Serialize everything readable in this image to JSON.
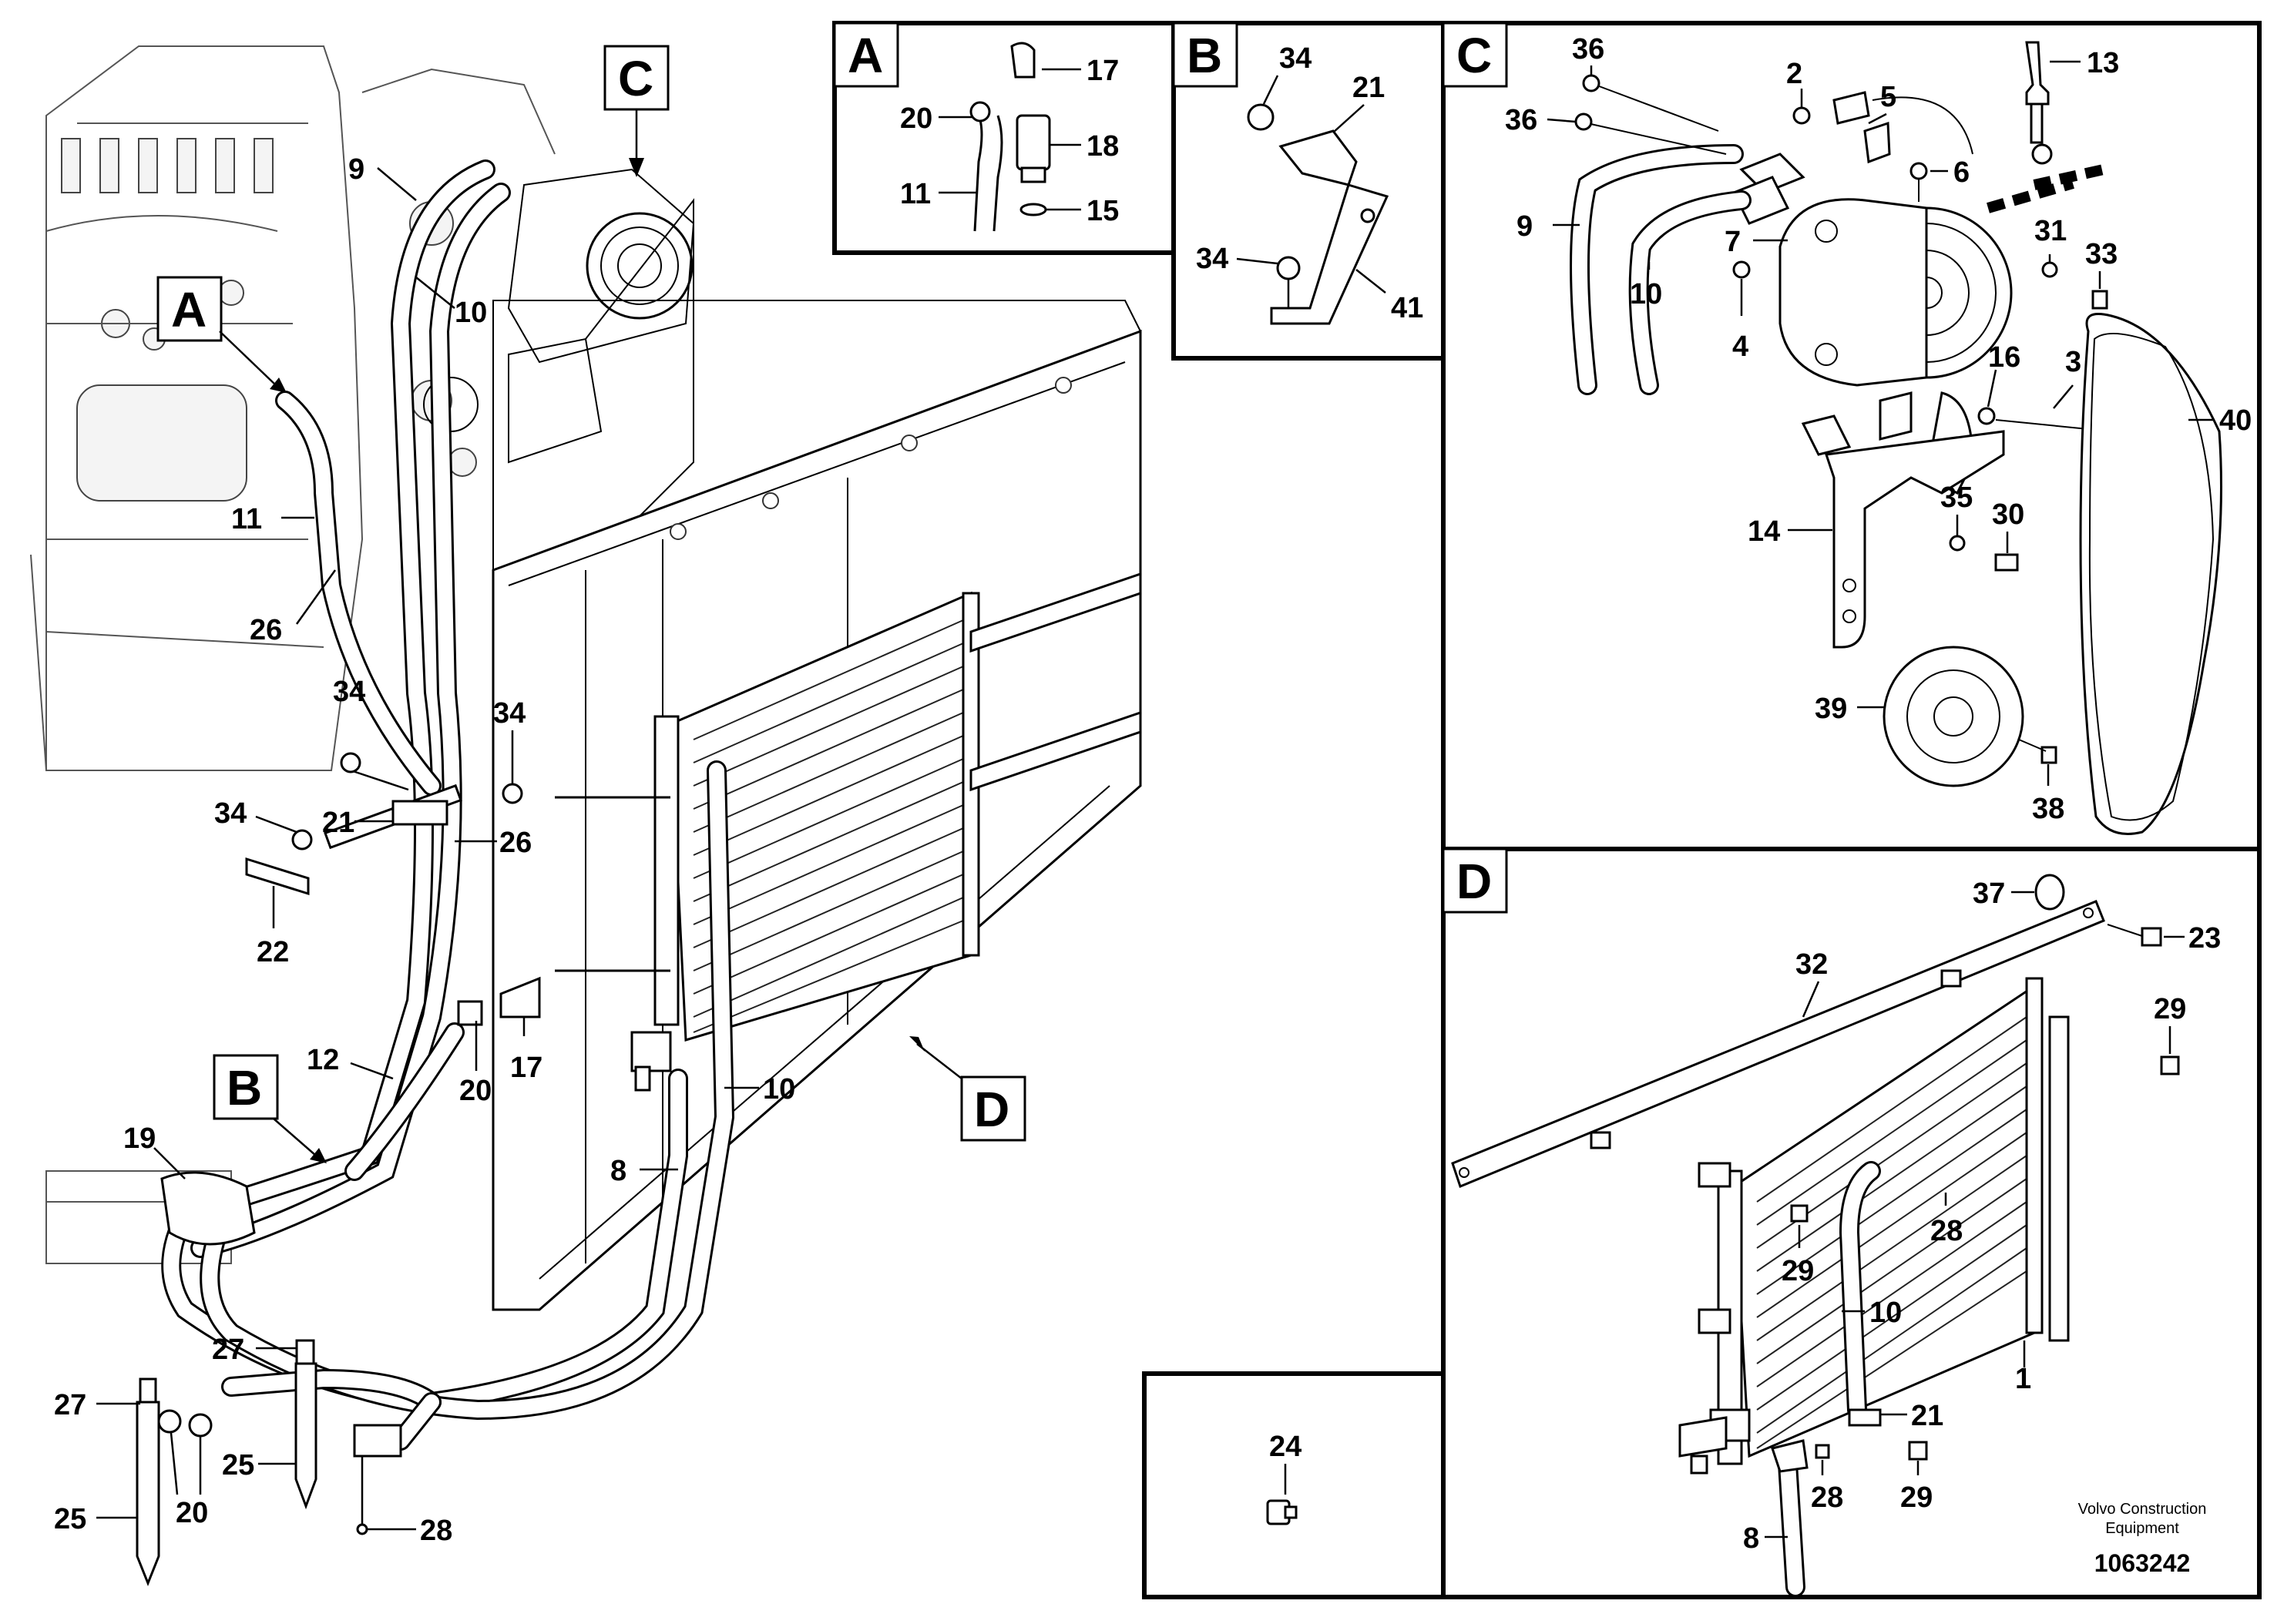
{
  "panels": {
    "A": "A",
    "B": "B",
    "C": "C",
    "D": "D"
  },
  "callouts": {
    "main": {
      "c9": "9",
      "c10a": "10",
      "c11": "11",
      "c26a": "26",
      "c34a": "34",
      "c34b": "34",
      "c34c": "34",
      "c21": "21",
      "c26b": "26",
      "c22": "22",
      "c12": "12",
      "c20a": "20",
      "c17": "17",
      "c19": "19",
      "c10b": "10",
      "c8": "8",
      "c27a": "27",
      "c27b": "27",
      "c25a": "25",
      "c25b": "25",
      "c20b": "20",
      "c28": "28"
    },
    "detail_a": {
      "c17": "17",
      "c20": "20",
      "c18": "18",
      "c11": "11",
      "c15": "15"
    },
    "detail_b": {
      "c34a": "34",
      "c21": "21",
      "c34b": "34",
      "c41": "41"
    },
    "detail_c": {
      "c36a": "36",
      "c36b": "36",
      "c2": "2",
      "c5": "5",
      "c13": "13",
      "c6": "6",
      "c9": "9",
      "c7": "7",
      "c31": "31",
      "c33": "33",
      "c10": "10",
      "c4": "4",
      "c16": "16",
      "c3": "3",
      "c40": "40",
      "c35": "35",
      "c30": "30",
      "c14": "14",
      "c39": "39",
      "c38": "38"
    },
    "detail_d": {
      "c37": "37",
      "c23": "23",
      "c32": "32",
      "c29a": "29",
      "c28": "28",
      "c29b": "29",
      "c10": "10",
      "c1": "1",
      "c21": "21",
      "c28b": "28",
      "c29c": "29",
      "c8": "8"
    },
    "detail_24": {
      "c24": "24"
    }
  },
  "footer": {
    "brand_line1": "Volvo Construction",
    "brand_line2": "Equipment",
    "doc_number": "1063242"
  }
}
